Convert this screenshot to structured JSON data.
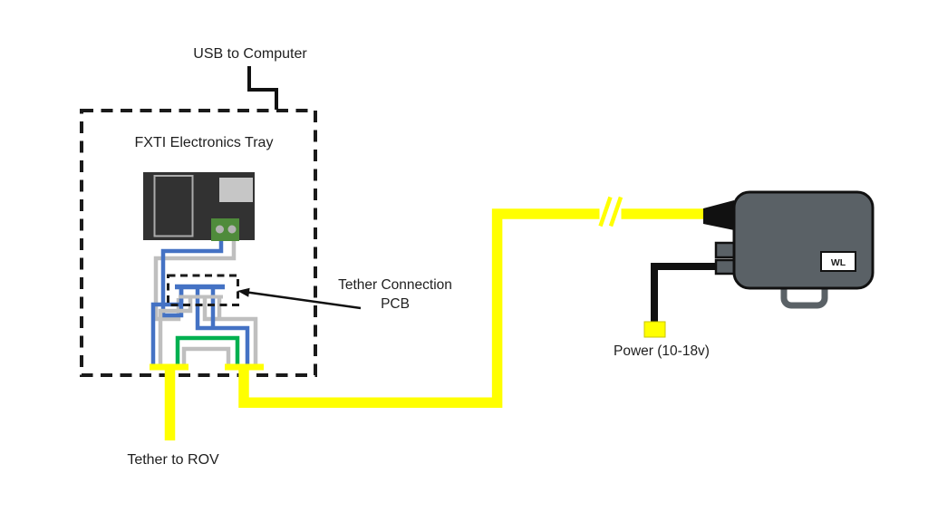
{
  "labels": {
    "usb_to_computer": "USB to Computer",
    "fxti_tray": "FXTI Electronics Tray",
    "tether_connection_line1": "Tether Connection",
    "tether_connection_line2": "PCB",
    "tether_to_rov": "Tether to ROV",
    "power": "Power (10-18v)",
    "wl_badge": "WL"
  },
  "colors": {
    "wire_yellow": "#FFFF00",
    "wire_blue": "#4472C4",
    "wire_gray": "#BFBFBF",
    "wire_green": "#00B050",
    "board_dark": "#323232",
    "board_outline_gray": "#ABABAB",
    "board_module_gray": "#C6C6C6",
    "terminal_green": "#4F8B3B",
    "terminal_pin_gray": "#B3B3B3",
    "device_body_gray": "#5A6166",
    "cable_black": "#111111",
    "outline_black": "#1A1A1A",
    "power_plug_yellow": "#FFFF00"
  }
}
